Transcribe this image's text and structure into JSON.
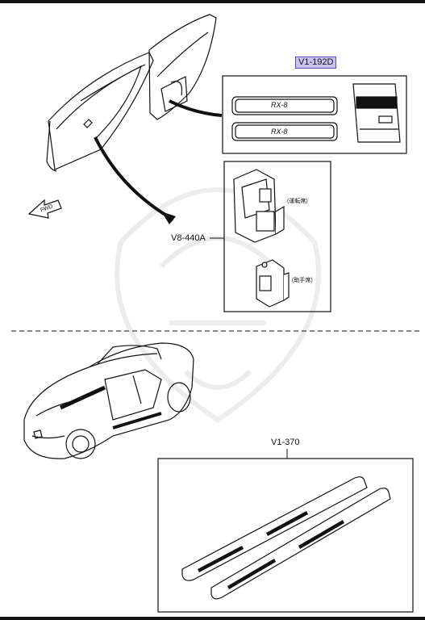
{
  "labels": {
    "sill_plate_badge_code": "V1-192D",
    "window_switch_code": "V8-440A",
    "scuff_plate_code": "V1-370",
    "fwd_arrow": "FWD",
    "driver_side_note": "(運転席)",
    "passenger_side_note": "(助手席)",
    "badge_text": "RX-8"
  },
  "colors": {
    "line": "#111111",
    "highlight_fill": "#c9c3ef",
    "highlight_border": "#5a4fb0",
    "background": "#ffffff"
  },
  "icons": {
    "fwd": "fwd-arrow-icon",
    "watermark": "samurai-helmet-watermark-icon"
  }
}
